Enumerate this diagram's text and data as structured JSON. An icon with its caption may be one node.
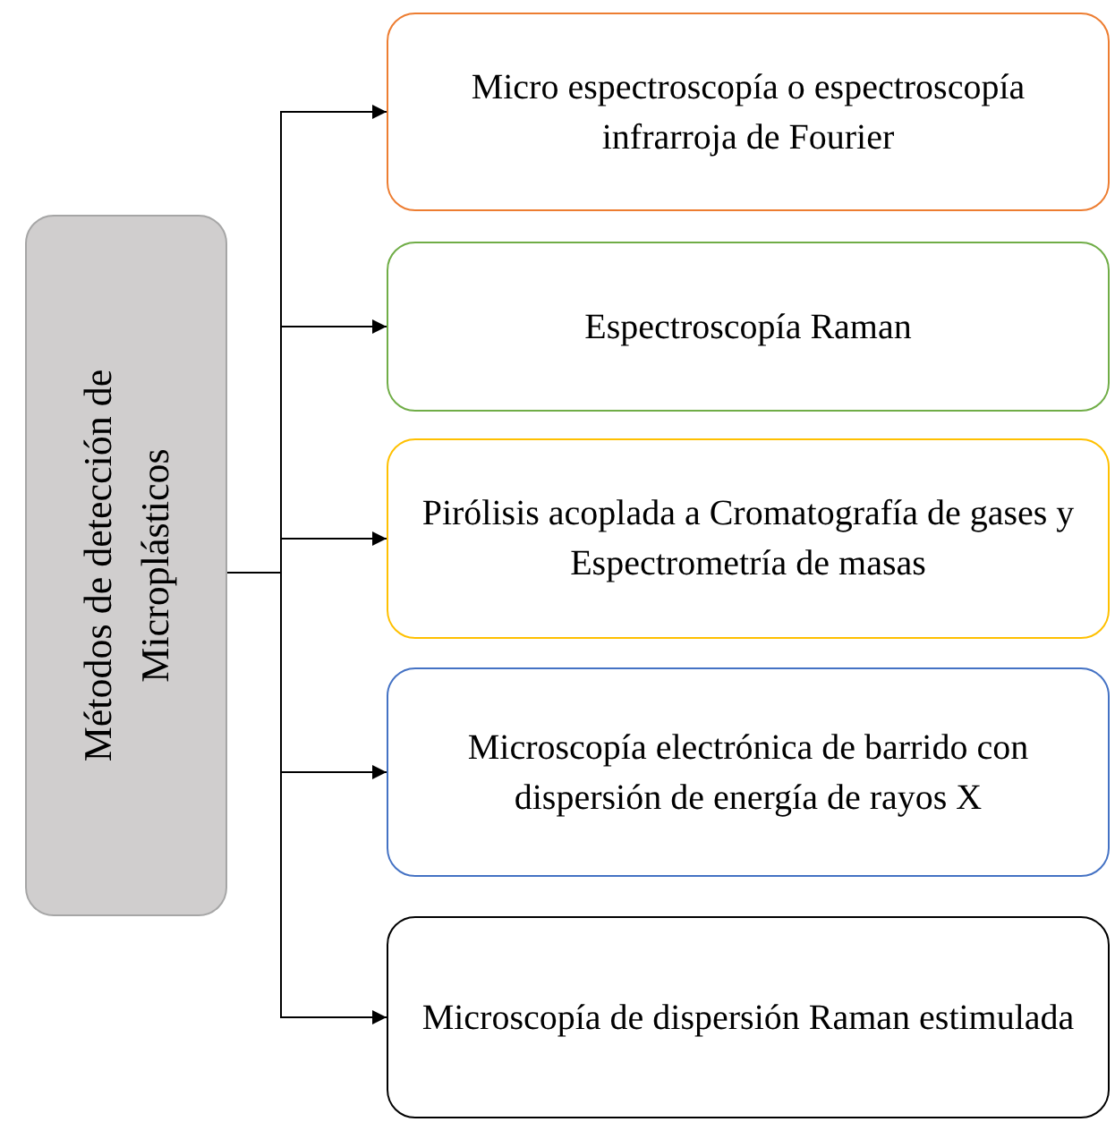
{
  "diagram": {
    "nodes": [
      {
        "text": [
          "Métodos de detección de Microplásticos"
        ]
      },
      {
        "text": [
          "Micro espectroscopía o espectroscopía infrarroja de Fourier"
        ]
      },
      {
        "text": [
          "Espectroscopía Raman"
        ]
      },
      {
        "text": [
          "Pirólisis acoplada a Cromatografía de gases y Espectrometría de masas"
        ]
      },
      {
        "text": [
          "Microscopía electrónica de barrido con dispersión de energía de rayos X"
        ]
      },
      {
        "text": [
          "Microscopía de dispersión Raman estimulada"
        ]
      }
    ],
    "edges": [
      {
        "from": 0,
        "to": 1,
        "arrow": "to"
      },
      {
        "from": 0,
        "to": 2,
        "arrow": "to"
      },
      {
        "from": 0,
        "to": 3,
        "arrow": "to"
      },
      {
        "from": 0,
        "to": 4,
        "arrow": "to"
      },
      {
        "from": 0,
        "to": 5,
        "arrow": "to"
      }
    ]
  }
}
